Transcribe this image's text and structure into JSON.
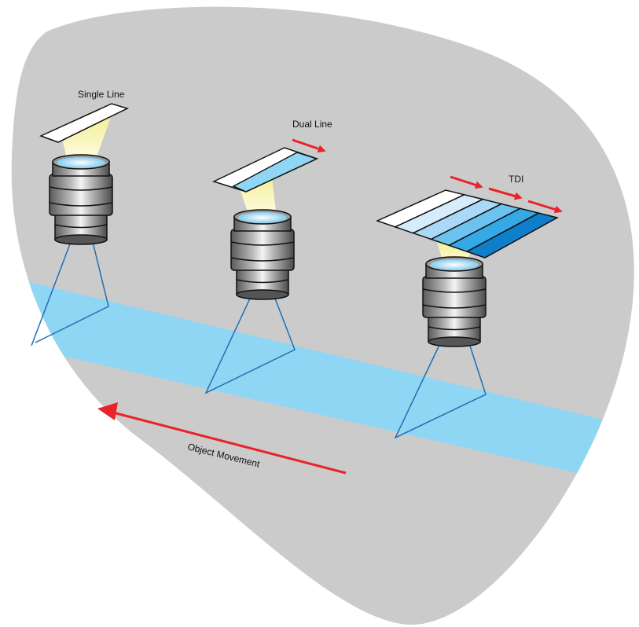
{
  "labels": {
    "single_line": "Single Line",
    "dual_line": "Dual Line",
    "tdi": "TDI",
    "object_movement": "Object Movement"
  },
  "colors": {
    "background_blob": "#cbcbcb",
    "object_band": "#8fd6f4",
    "arrow": "#e8232a",
    "scan_lines": "#1f6fb5",
    "light_cone": "#f7f3a8",
    "tdi_stripes": [
      "#ffffff",
      "#d6ecfb",
      "#a9d9f6",
      "#6cc3f0",
      "#35a8e6",
      "#0f7fcc"
    ]
  }
}
